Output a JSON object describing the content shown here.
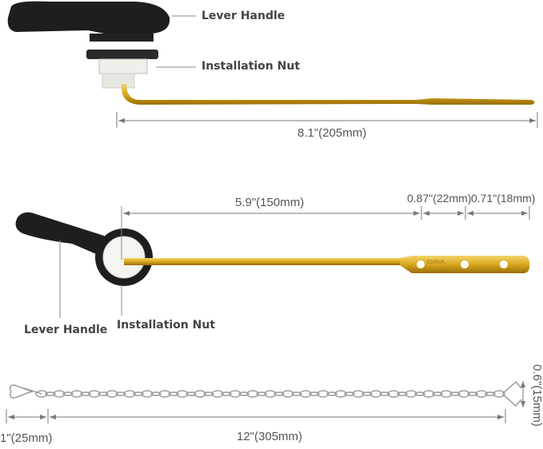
{
  "top_view": {
    "label_handle": "Lever Handle",
    "label_nut": "Installation Nut",
    "length": "8.1\"(205mm)"
  },
  "side_view": {
    "label_handle": "Lever Handle",
    "label_nut": "Installation Nut",
    "rod_length": "5.9\"(150mm)",
    "hole_spacing_1": "0.87\"(22mm)",
    "hole_spacing_2": "0.71\"(18mm)",
    "arm_stamp": "CHINA"
  },
  "chain": {
    "hook_length": "1\"(25mm)",
    "chain_length": "12\"(305mm)",
    "clip_height": "0.6\"(15mm)"
  },
  "colors": {
    "brass": "#d9a81e",
    "handle": "#1e1e1e",
    "nut": "#f0f0ea",
    "chain": "#9a9a9a"
  }
}
